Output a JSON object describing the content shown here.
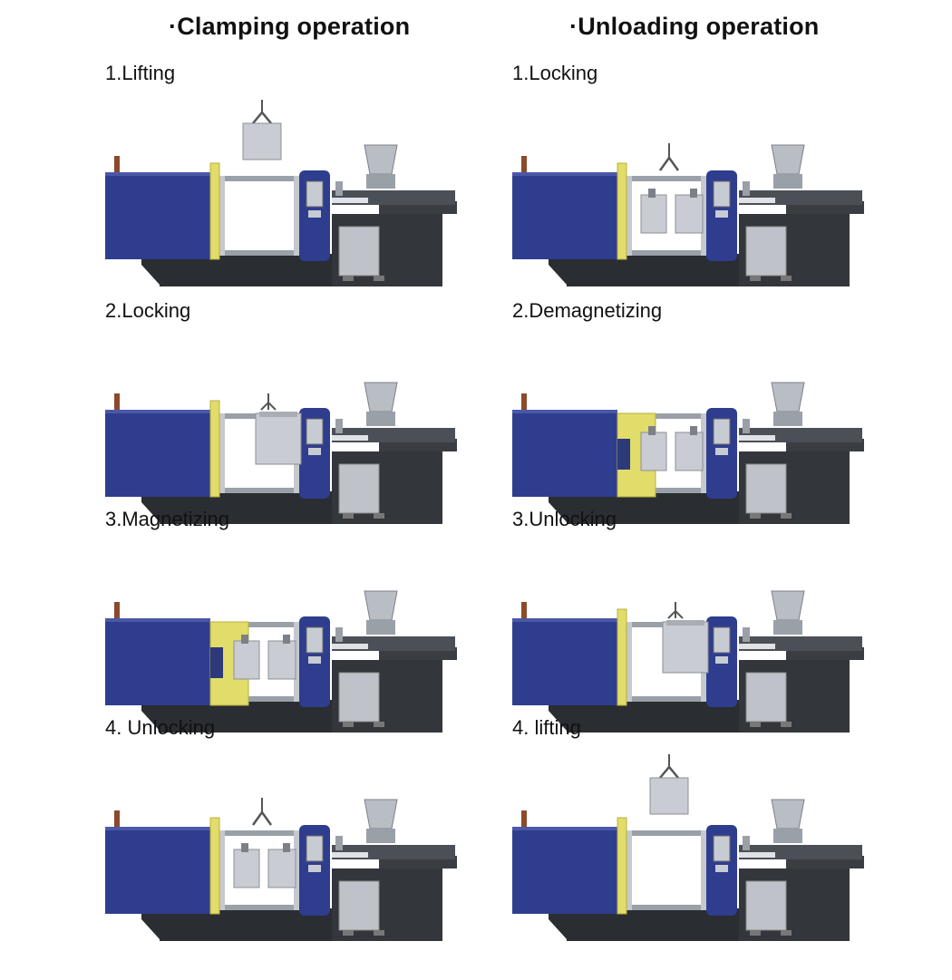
{
  "columns": [
    {
      "title": "·Clamping operation",
      "steps": [
        {
          "label": "1.Lifting",
          "state": "mold-lifted-above"
        },
        {
          "label": "2.Locking",
          "state": "mold-locked-hanging"
        },
        {
          "label": "3.Magnetizing",
          "state": "magnetized"
        },
        {
          "label": "4. Unlocking",
          "state": "unlocked-mold-in-place"
        }
      ]
    },
    {
      "title": "·Unloading operation",
      "steps": [
        {
          "label": "1.Locking",
          "state": "hook-down-mold-in-place"
        },
        {
          "label": "2.Demagnetizing",
          "state": "demagnetized"
        },
        {
          "label": "3.Unlocking",
          "state": "mold-locked-hanging"
        },
        {
          "label": "4. lifting",
          "state": "mold-lifted-above"
        }
      ]
    }
  ],
  "colors": {
    "machine_blue": "#2f3d8f",
    "machine_dark": "#2a2d31",
    "magnet_yellow": "#e2dc6a",
    "frame_gray": "#9aa0a8",
    "mold_gray": "#c9ccd2"
  }
}
